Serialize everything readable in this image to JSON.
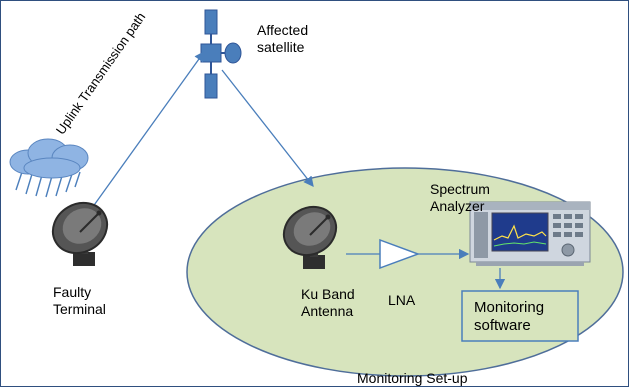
{
  "labels": {
    "affected_satellite": "Affected\nsatellite",
    "uplink_path": "Uplink Transmission path",
    "faulty_terminal": "Faulty\nTerminal",
    "spectrum_analyzer": "Spectrum\nAnalyzer",
    "ku_band_antenna": "Ku Band\nAntenna",
    "lna": "LNA",
    "monitoring_software": "Monitoring\nsoftware",
    "monitoring_setup": "Monitoring Set-up"
  },
  "icons": {
    "satellite": "satellite-icon",
    "cloud": "rain-cloud-icon",
    "dish_faulty": "satellite-dish-icon",
    "dish_ku": "satellite-dish-icon",
    "amplifier": "amplifier-triangle-icon",
    "analyzer": "spectrum-analyzer-icon"
  },
  "colors": {
    "ellipse_fill": "#d7e4bd",
    "ellipse_stroke": "#4f6e9a",
    "satellite": "#4a7ebb",
    "arrow": "#4a7ebb",
    "cloud": "#8fb4e3",
    "rain": "#4a7ebb",
    "dish": "#4d4d4d"
  }
}
